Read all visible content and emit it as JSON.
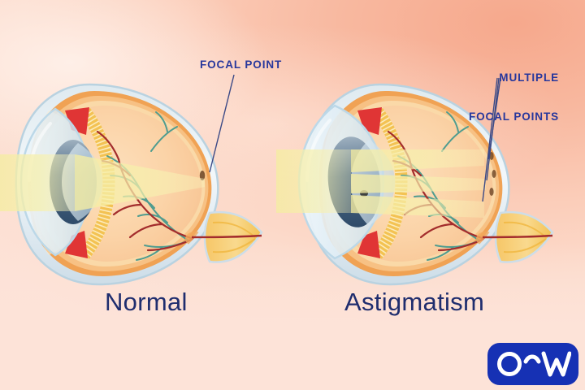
{
  "figure": {
    "type": "medical-illustration",
    "subject": "Comparison of light focusing in a normal eye versus an eye with astigmatism",
    "background_color": "#fbcdb9"
  },
  "labels": {
    "focal_point": "FOCAL POINT",
    "multiple_focal_points_line1": "MULTIPLE",
    "multiple_focal_points_line2": "FOCAL POINTS",
    "label_color": "#27379c"
  },
  "captions": {
    "left": "Normal",
    "right": "Astigmatism",
    "caption_color": "#1f2d6e"
  },
  "diagrams": [
    {
      "name": "normal-eye",
      "caption": "Normal",
      "focal_points": 1,
      "light_beam_color": "#f7f0a8",
      "annotation": "FOCAL POINT",
      "parts": [
        "cornea",
        "iris",
        "pupil",
        "lens",
        "ciliary-body",
        "sclera",
        "choroid",
        "retina",
        "macula",
        "optic-nerve",
        "retinal-vessels"
      ]
    },
    {
      "name": "astigmatism-eye",
      "caption": "Astigmatism",
      "focal_points": 3,
      "light_beam_color": "#f7f0a8",
      "annotation": "MULTIPLE FOCAL POINTS",
      "parts": [
        "cornea",
        "iris",
        "pupil",
        "lens",
        "ciliary-body",
        "sclera",
        "choroid",
        "retina",
        "macula",
        "optic-nerve",
        "retinal-vessels"
      ]
    }
  ],
  "logo": {
    "mark": "O~W",
    "background_color": "#1631b4",
    "text_color": "#ffffff"
  }
}
